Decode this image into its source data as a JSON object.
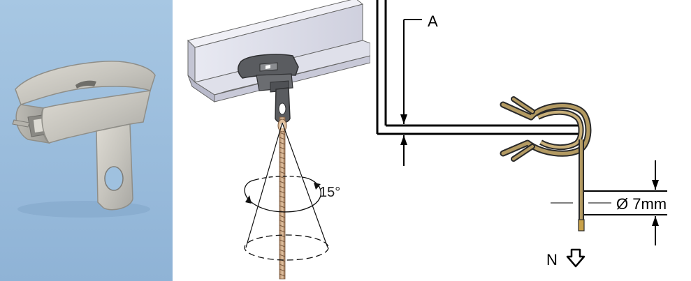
{
  "panels": {
    "photo": {
      "name": "product-photo-clip"
    },
    "isometric": {
      "angle_label": "15°"
    },
    "dimension": {
      "label_a": "A",
      "label_diameter": "Ø 7mm",
      "label_n": "N"
    }
  },
  "colors": {
    "photo_background": "#9fc1df",
    "clip_metal": "#c9c8c2",
    "clip_dark": "#4d4f52",
    "rod_copper": "#c9a27e",
    "wire_gold": "#a8905a",
    "beam_grey": "#dcdde8"
  },
  "icons": {
    "load_arrow": "down-arrow-icon"
  }
}
